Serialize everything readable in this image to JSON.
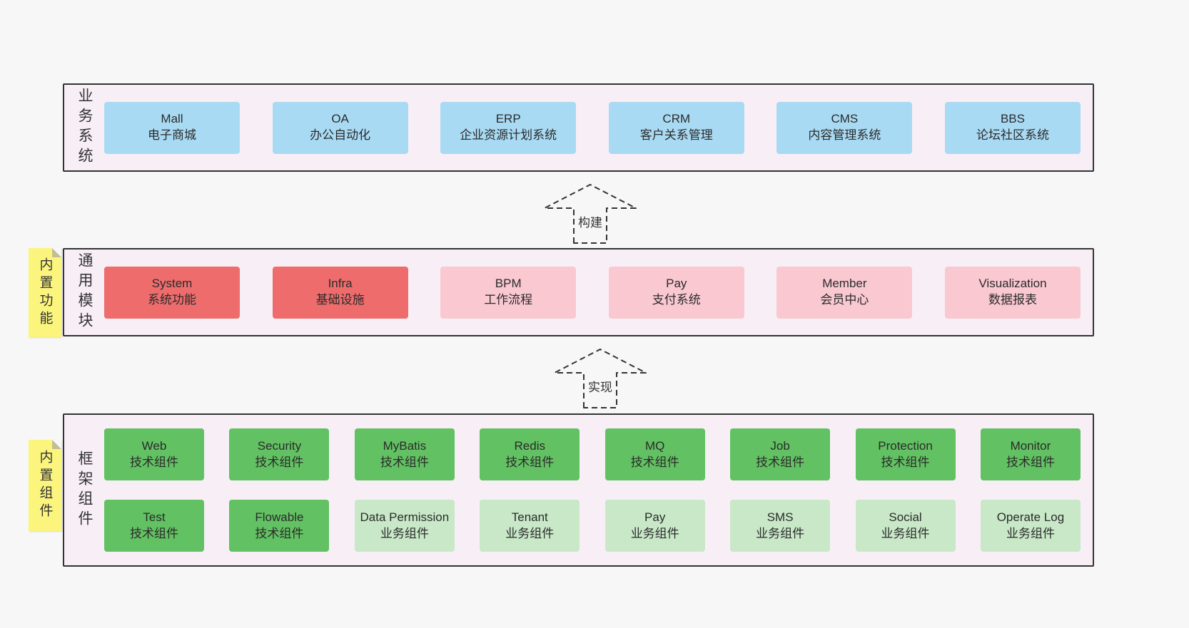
{
  "bands": {
    "business": {
      "label": "业务系统",
      "boxes": [
        {
          "title": "Mall",
          "subtitle": "电子商城"
        },
        {
          "title": "OA",
          "subtitle": "办公自动化"
        },
        {
          "title": "ERP",
          "subtitle": "企业资源计划系统"
        },
        {
          "title": "CRM",
          "subtitle": "客户关系管理"
        },
        {
          "title": "CMS",
          "subtitle": "内容管理系统"
        },
        {
          "title": "BBS",
          "subtitle": "论坛社区系统"
        }
      ]
    },
    "modules": {
      "label": "通用模块",
      "note": "内置功能",
      "boxes": [
        {
          "title": "System",
          "subtitle": "系统功能"
        },
        {
          "title": "Infra",
          "subtitle": "基础设施"
        },
        {
          "title": "BPM",
          "subtitle": "工作流程"
        },
        {
          "title": "Pay",
          "subtitle": "支付系统"
        },
        {
          "title": "Member",
          "subtitle": "会员中心"
        },
        {
          "title": "Visualization",
          "subtitle": "数据报表"
        }
      ]
    },
    "framework": {
      "label": "框架组件",
      "note": "内置组件",
      "row1": [
        {
          "title": "Web",
          "subtitle": "技术组件"
        },
        {
          "title": "Security",
          "subtitle": "技术组件"
        },
        {
          "title": "MyBatis",
          "subtitle": "技术组件"
        },
        {
          "title": "Redis",
          "subtitle": "技术组件"
        },
        {
          "title": "MQ",
          "subtitle": "技术组件"
        },
        {
          "title": "Job",
          "subtitle": "技术组件"
        },
        {
          "title": "Protection",
          "subtitle": "技术组件"
        },
        {
          "title": "Monitor",
          "subtitle": "技术组件"
        }
      ],
      "row2": [
        {
          "title": "Test",
          "subtitle": "技术组件"
        },
        {
          "title": "Flowable",
          "subtitle": "技术组件"
        },
        {
          "title": "Data Permission",
          "subtitle": "业务组件"
        },
        {
          "title": "Tenant",
          "subtitle": "业务组件"
        },
        {
          "title": "Pay",
          "subtitle": "业务组件"
        },
        {
          "title": "SMS",
          "subtitle": "业务组件"
        },
        {
          "title": "Social",
          "subtitle": "业务组件"
        },
        {
          "title": "Operate Log",
          "subtitle": "业务组件"
        }
      ]
    }
  },
  "arrows": {
    "build": "构建",
    "implement": "实现"
  },
  "colors": {
    "blue_box": "#a9daf3",
    "red_box": "#ee6c6c",
    "pink_box": "#f9c8d1",
    "green_box": "#62c162",
    "light_green_box": "#c8e8c8",
    "band_background": "#f8eff6",
    "band_border": "#333333",
    "sticky_background": "#fbf57e",
    "page_background": "#f7f7f7"
  }
}
